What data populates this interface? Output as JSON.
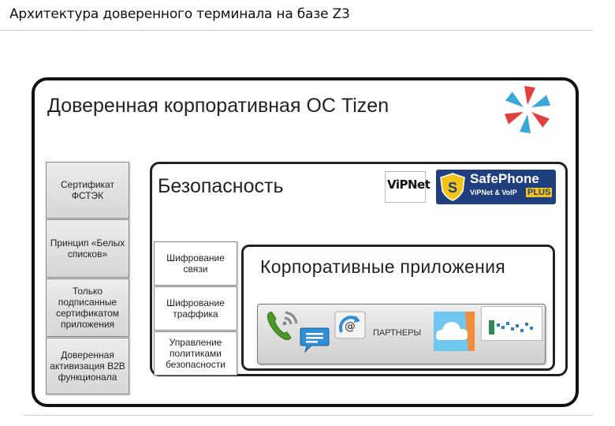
{
  "page": {
    "title": "Архитектура доверенного терминала на базе Z3"
  },
  "os": {
    "heading": "Доверенная корпоративная ОС Tizen"
  },
  "left_column": [
    {
      "label": "Сертификат ФСТЭК"
    },
    {
      "label": "Принцип «Белых списков»"
    },
    {
      "label": "Только подписанные сертификатом приложения"
    },
    {
      "label": "Доверенная активизация B2B функционала"
    }
  ],
  "security": {
    "heading": "Безопасность",
    "items": [
      {
        "label": "Шифрование связи"
      },
      {
        "label": "Шифрование траффика"
      },
      {
        "label": "Управление политиками безопасности"
      }
    ]
  },
  "logos": {
    "vipnet": "ViPNet",
    "safephone_brand": "SafePhone",
    "safephone_sub": "ViPNet & VoIP",
    "safephone_plus": "PLUS"
  },
  "corporate": {
    "heading": "Корпоративные приложения",
    "partners_label": "ПАРТНЕРЫ"
  },
  "partner_icons": [
    "phone-wifi-icon",
    "chat-bubble-icon",
    "email-refresh-icon",
    "cloud-icon",
    "partner-card-icon"
  ],
  "colors": {
    "tizen_red": "#e0413f",
    "tizen_cyan": "#3aa7d9",
    "safephone_blue": "#1f3f7f",
    "safephone_yellow": "#f3c418",
    "phone_green": "#4a9a28"
  }
}
